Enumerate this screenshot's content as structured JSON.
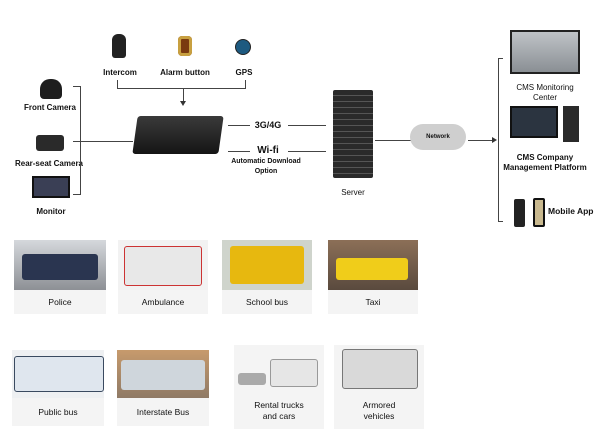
{
  "inputs": [
    {
      "label": "Intercom",
      "icon": "intercom-icon"
    },
    {
      "label": "Alarm button",
      "icon": "alarm-button-icon"
    },
    {
      "label": "GPS",
      "icon": "gps-satellite-icon"
    }
  ],
  "cameras": [
    {
      "label": "Front Camera",
      "icon": "front-camera-icon"
    },
    {
      "label": "Rear-seat Camera",
      "icon": "rear-camera-icon"
    },
    {
      "label": "Monitor",
      "icon": "monitor-icon"
    }
  ],
  "links": {
    "cellular": "3G/4G",
    "wifi": "Wi-fi",
    "wifi_note_1": "Automatic Download",
    "wifi_note_2": "Option"
  },
  "server": {
    "label": "Server"
  },
  "network": {
    "label": "Network"
  },
  "outputs": {
    "cms_center_1": "CMS Monitoring",
    "cms_center_2": "Center",
    "cms_platform_1": "CMS Company",
    "cms_platform_2": "Management Platform",
    "mobile": "Mobile App"
  },
  "vehicles_row1": [
    {
      "label": "Police",
      "color": "#2a3550"
    },
    {
      "label": "Ambulance",
      "color": "#e8e8e8"
    },
    {
      "label": "School bus",
      "color": "#e7b80f"
    },
    {
      "label": "Taxi",
      "color": "#f0cd1a"
    }
  ],
  "vehicles_row2": [
    {
      "label": "Public bus",
      "color": "#dfe6ee"
    },
    {
      "label": "Interstate Bus",
      "color": "#cfd6dc"
    },
    {
      "label_1": "Rental trucks",
      "label_2": "and cars",
      "color": "#e6e6e6"
    },
    {
      "label_1": "Armored",
      "label_2": "vehicles",
      "color": "#d9d9d9"
    }
  ]
}
